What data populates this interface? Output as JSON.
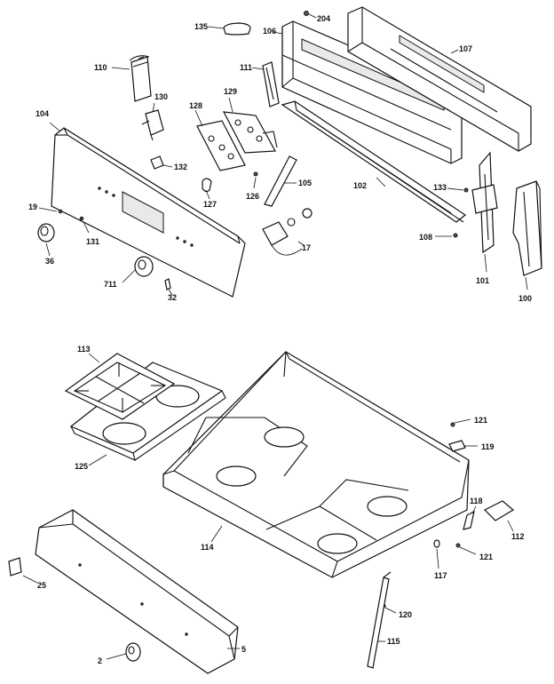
{
  "labels": {
    "l135": "135",
    "l204": "204",
    "l106": "106",
    "l107": "107",
    "l110": "110",
    "l111": "111",
    "l130": "130",
    "l129": "129",
    "l128": "128",
    "l104": "104",
    "l132": "132",
    "l126": "126",
    "l127": "127",
    "l105": "105",
    "l102": "102",
    "l133": "133",
    "l19": "19",
    "l131": "131",
    "l108": "108",
    "l36": "36",
    "l17": "17",
    "l711": "711",
    "l32": "32",
    "l101": "101",
    "l100": "100",
    "l113": "113",
    "l121a": "121",
    "l119": "119",
    "l125": "125",
    "l114": "114",
    "l118": "118",
    "l112": "112",
    "l121b": "121",
    "l117": "117",
    "l25": "25",
    "l120": "120",
    "l115": "115",
    "l2": "2",
    "l5": "5"
  }
}
